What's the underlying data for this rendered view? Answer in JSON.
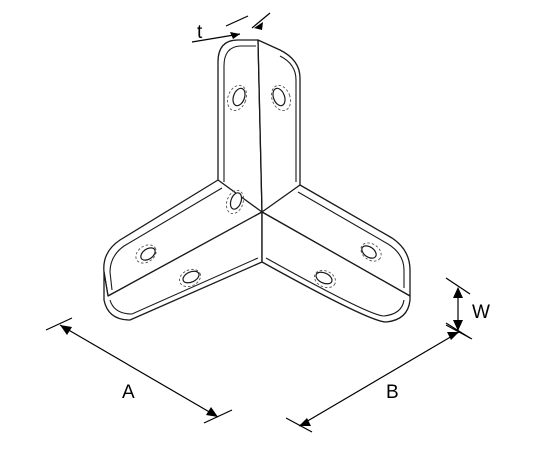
{
  "dimensions": {
    "thickness_label": "t",
    "width_label": "W",
    "length_a_label": "A",
    "length_b_label": "B"
  },
  "colors": {
    "line": "#1a1a1a",
    "background": "#ffffff"
  }
}
